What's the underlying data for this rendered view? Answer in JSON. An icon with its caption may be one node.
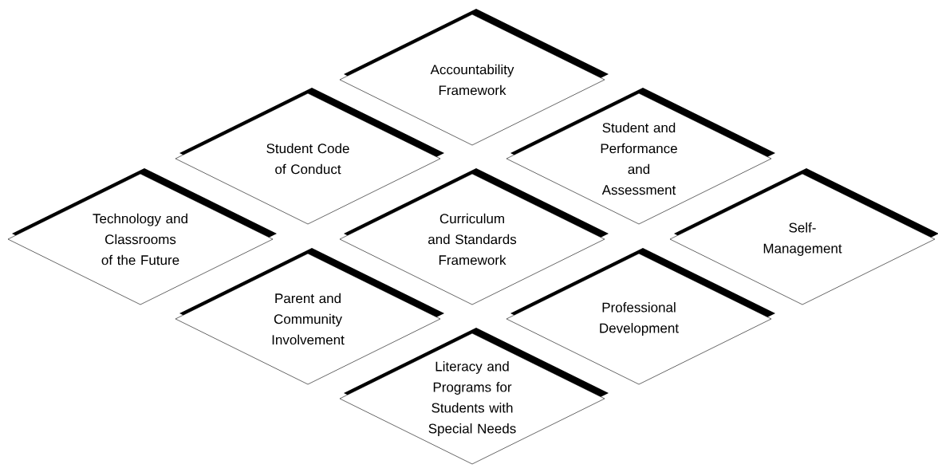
{
  "diagram": {
    "nodes": [
      {
        "text": [
          "Accountability Framework"
        ]
      },
      {
        "text": [
          "Student Code of Conduct"
        ]
      },
      {
        "text": [
          "Student and Performance and Assessment"
        ]
      },
      {
        "text": [
          "Technology and Classrooms of the Future"
        ]
      },
      {
        "text": [
          "Curriculum and Standards Framework"
        ]
      },
      {
        "text": [
          "Self-Management"
        ]
      },
      {
        "text": [
          "Parent and Community Involvement"
        ]
      },
      {
        "text": [
          "Professional Development"
        ]
      },
      {
        "text": [
          "Literacy and Programs for Students with Special Needs"
        ]
      }
    ]
  }
}
